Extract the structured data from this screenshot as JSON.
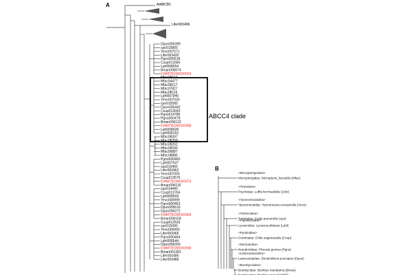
{
  "panel_a": {
    "letter": "A",
    "top_labels": [
      "AtABCB1",
      "Lifer003496"
    ],
    "leaves": [
      {
        "label": "Dpun006289"
      },
      {
        "label": "cpo015800"
      },
      {
        "label": "Yevo007071"
      },
      {
        "label": "Lifer003420"
      },
      {
        "label": "Pgno000518"
      },
      {
        "label": "Csup013585"
      },
      {
        "label": "Lphl008554"
      },
      {
        "label": "Bman006674"
      },
      {
        "label": "KWMTBOMO00924",
        "color": "#e8302e"
      },
      {
        "label": "Mfac08114"
      },
      {
        "label": "Mfac04477"
      },
      {
        "label": "Mfac08117"
      },
      {
        "label": "Mfac07827"
      },
      {
        "label": "Mfac08116"
      },
      {
        "label": "Lphl007940"
      },
      {
        "label": "Yevo007030"
      },
      {
        "label": "cpo015580"
      },
      {
        "label": "Dpun006442"
      },
      {
        "label": "Csup013693"
      },
      {
        "label": "Pgno014786"
      },
      {
        "label": "Pgno000478"
      },
      {
        "label": "Bman006132"
      },
      {
        "label": "KWMTBOMO00988",
        "color": "#e8302e"
      },
      {
        "label": "Lphl008428"
      },
      {
        "label": "Lphl008152"
      },
      {
        "label": "Mfac08397"
      },
      {
        "label": "Mfac08258"
      },
      {
        "label": "Mfac08262"
      },
      {
        "label": "Mfac08246"
      },
      {
        "label": "Mfac06887"
      },
      {
        "label": "Mfac08886"
      },
      {
        "label": "Pgno000460"
      },
      {
        "label": "Lphl007537"
      },
      {
        "label": "cpo015460"
      },
      {
        "label": "Lifer003462"
      },
      {
        "label": "Yevo007005"
      },
      {
        "label": "Csup013576"
      },
      {
        "label": "KWMTBOMO00974",
        "color": "#e8302e"
      },
      {
        "label": "Bman006116"
      },
      {
        "label": "cpo014440"
      },
      {
        "label": "Csup013766"
      },
      {
        "label": "Lphl008509"
      },
      {
        "label": "Yevo006999"
      },
      {
        "label": "Pgno000463"
      },
      {
        "label": "Dpun005616"
      },
      {
        "label": "Dpun006372"
      },
      {
        "label": "KWMTBOMO00969",
        "color": "#e8302e"
      },
      {
        "label": "Bman006158"
      },
      {
        "label": "Csup012539"
      },
      {
        "label": "cpo015430"
      },
      {
        "label": "Yevo006990"
      },
      {
        "label": "Lifer003465"
      },
      {
        "label": "Pgno000464"
      },
      {
        "label": "Lphl008544"
      },
      {
        "label": "Dpun006359"
      },
      {
        "label": "KWMTBOMO00968",
        "color": "#e8302e"
      },
      {
        "label": "Bman001392"
      },
      {
        "label": "Lifer003485"
      },
      {
        "label": "Lifer003489"
      }
    ],
    "clade_label": "ABCC4 clade"
  },
  "panel_b": {
    "letter": "B",
    "taxa": [
      {
        "superfamily": "<Micropterigoidea>",
        "species": "Micropterigidae: Micropterix_facetella (Mfac)"
      },
      {
        "superfamily": "<Tineoidea>",
        "species": "Psychidae: Luffia ferchaultella (Lifer)"
      },
      {
        "superfamily": "<Yponomeutoidea>",
        "species": "Yponomeutidae: Yponomeuta evonymella (Yevo)"
      },
      {
        "superfamily": "<Tortricoidea>",
        "species": "Tortricidae: Cydia pomonella (cpo)"
      },
      {
        "superfamily": "<Papilionoidea>",
        "species": "Lycaenidae: Lycaena phlaeas (Lphl)"
      },
      {
        "superfamily": "<Pyraloidea>",
        "species": "Crambidae: Chilo suppressalis (Csup)"
      },
      {
        "superfamily": "<Noctuoidea>",
        "species": "Notodontidae: Pheosia gnoma (Pgno)"
      },
      {
        "superfamily": "<Lasiocampoidea>",
        "species": "Lasiocampidae: Dendrolimus punctatus (Dpun)"
      },
      {
        "superfamily": "<Bombycoidea>",
        "species": "Bombycidae: Bombyx mandarina (Bman)"
      },
      {
        "superfamily": "",
        "species": "Bombycidae: Bombyx mori (KWMT)"
      }
    ]
  }
}
